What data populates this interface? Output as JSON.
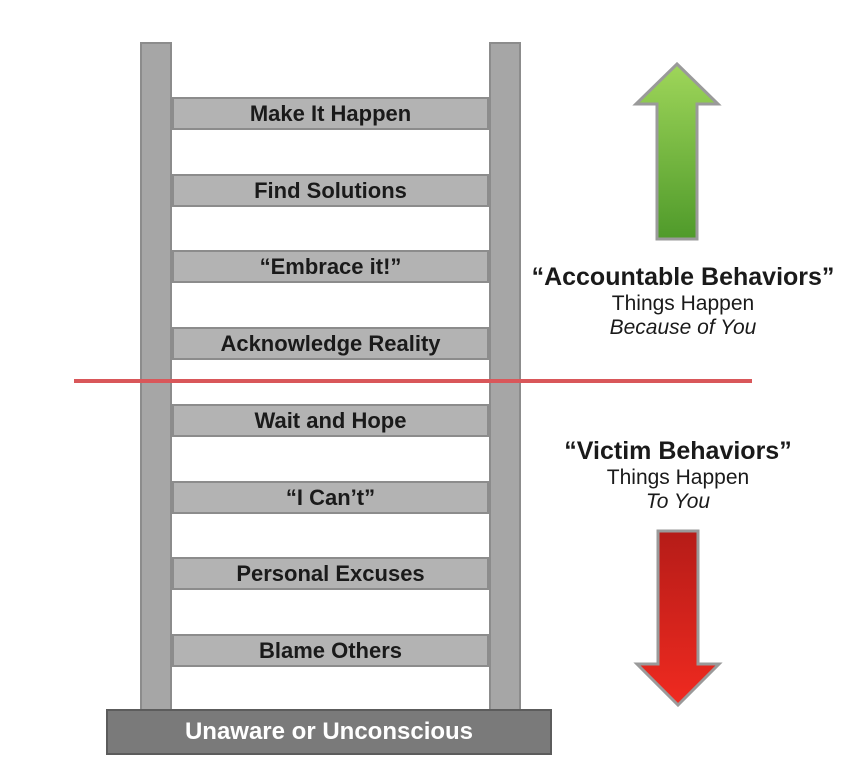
{
  "ladder": {
    "rungs": [
      "Make It Happen",
      "Find Solutions",
      "“Embrace it!”",
      "Acknowledge Reality",
      "Wait and Hope",
      "“I Can’t”",
      "Personal Excuses",
      "Blame Others"
    ],
    "base": "Unaware or Unconscious"
  },
  "accountable": {
    "title": "“Accountable Behaviors”",
    "line1": "Things Happen",
    "line2": "Because of You"
  },
  "victim": {
    "title": "“Victim Behaviors”",
    "line1": "Things Happen",
    "line2": "To You"
  },
  "colors": {
    "divider": "#d9575a",
    "up_arrow": "#7cc242",
    "down_arrow": "#e3211b"
  }
}
